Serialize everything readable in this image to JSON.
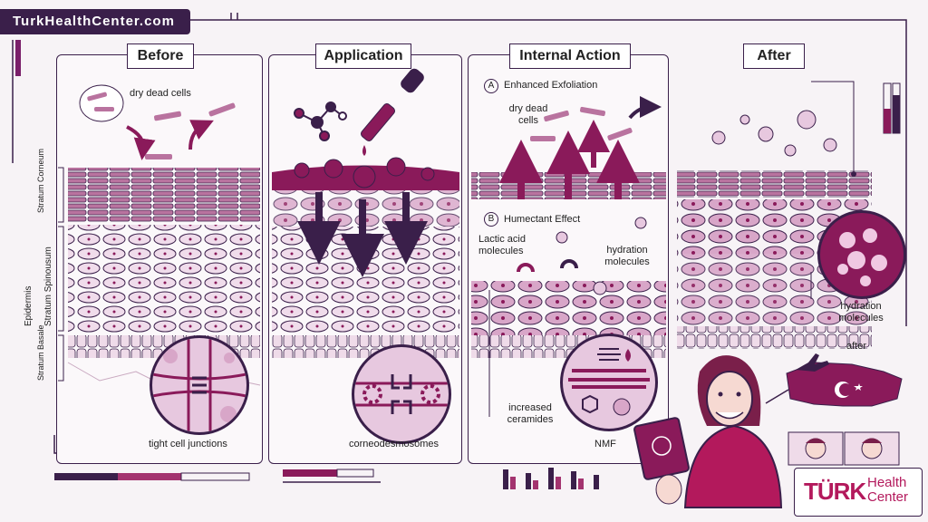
{
  "brand": {
    "site": "TurkHealthCenter.com"
  },
  "panels": {
    "before": {
      "title": "Before"
    },
    "application": {
      "title": "Application"
    },
    "internal": {
      "title": "Internal Action"
    },
    "after": {
      "title": "After"
    }
  },
  "labels": {
    "dry_dead_cells_before": "dry dead cells",
    "stratum_corneum": "Stratum Corneum",
    "stratum_spinosum": "Stratum Spinousum",
    "stratum_basale": "Stratum Basale",
    "epidermis": "Epidermis",
    "tight_cell_junctions": "tight cell junctions",
    "corneodesmosomes": "corneodesmosomes",
    "enhanced_exfoliation": "Enhanced Exfoliation",
    "marker_a": "A",
    "dry_dead_cells_internal": "dry dead cells",
    "humectant_effect": "Humectant Effect",
    "marker_b": "B",
    "lactic_acid_molecules": "Lactic acid molecules",
    "hydration_molecules_internal": "hydration molecules",
    "increased_ceramides": "increased ceramides",
    "nmf": "NMF",
    "hydration_molecules_after": "hydration molecules",
    "after": "after"
  },
  "logo": {
    "turk": "TÜRK",
    "health": "Health",
    "center": "Center"
  },
  "colors": {
    "dark": "#3a1f4a",
    "magenta": "#8a1a5a",
    "pink": "#e7c8df",
    "accent": "#b3195c"
  }
}
